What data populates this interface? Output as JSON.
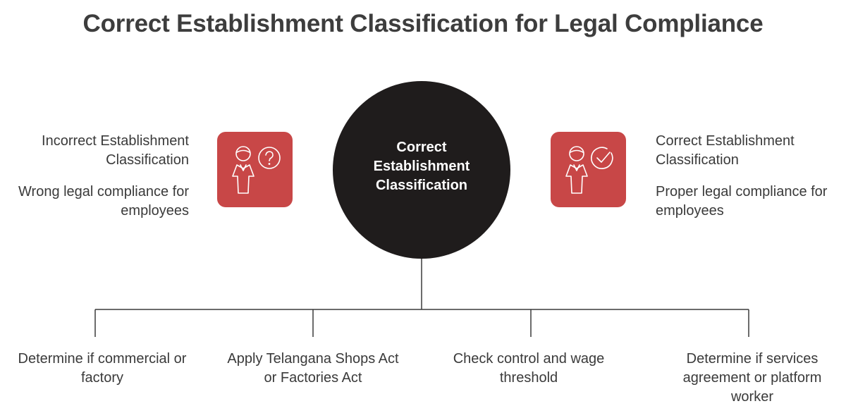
{
  "title": "Correct Establishment Classification for Legal Compliance",
  "center": {
    "line1": "Correct",
    "line2": "Establishment",
    "line3": "Classification"
  },
  "left_panel": {
    "heading": "Incorrect Establishment Classification",
    "detail": "Wrong legal compliance for employees",
    "icon": "person-question-icon"
  },
  "right_panel": {
    "heading": "Correct Establishment Classification",
    "detail": "Proper legal compliance for employees",
    "icon": "person-check-icon"
  },
  "steps": [
    {
      "label": "Determine if commercial or factory"
    },
    {
      "label": "Apply Telangana Shops Act or Factories Act"
    },
    {
      "label": "Check control and wage threshold"
    },
    {
      "label": "Determine if services agreement or platform worker"
    }
  ],
  "colors": {
    "accent": "#c84747",
    "center_circle": "#1f1c1c",
    "text": "#3a3a3a"
  }
}
